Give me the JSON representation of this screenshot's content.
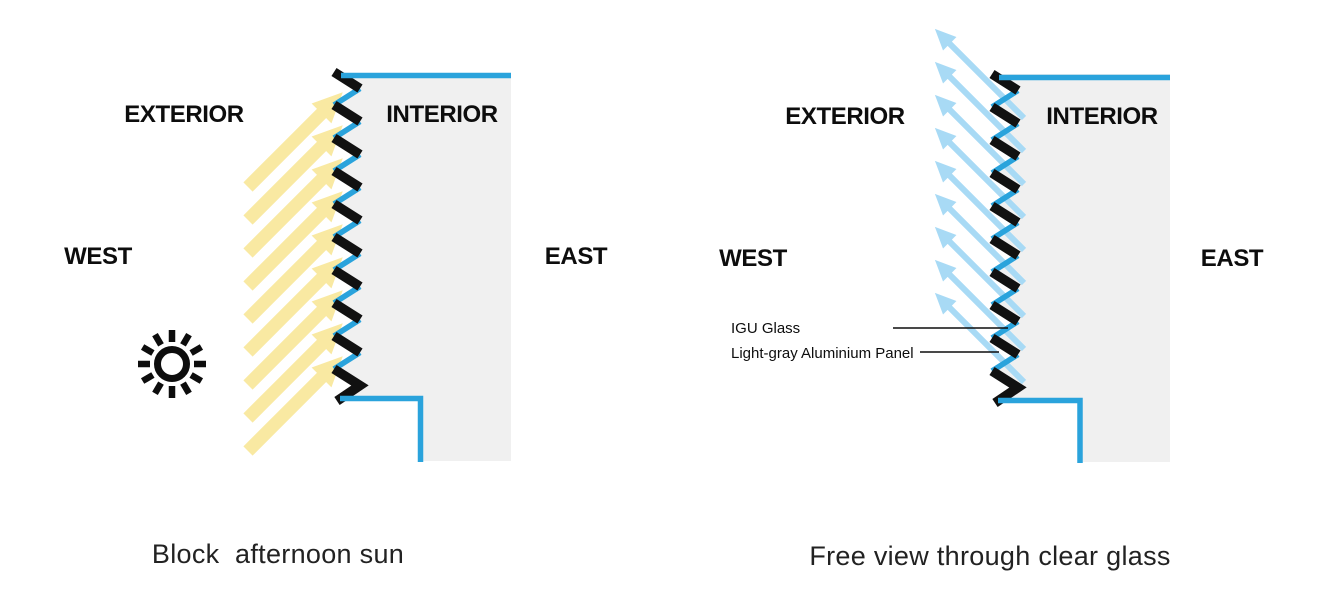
{
  "colors": {
    "accent_blue": "#2aa3dc",
    "view_blue": "#a8daf5",
    "sun_yellow": "#f9e9a2",
    "panel_black": "#111111",
    "interior_gray": "#f0f0f0",
    "label_black": "#0d0d0d",
    "caption_color": "#222222"
  },
  "left_diagram": {
    "exterior_label": "EXTERIOR",
    "interior_label": "INTERIOR",
    "west_label": "WEST",
    "east_label": "EAST",
    "caption": "Block  afternoon sun",
    "sun_icon": "sun-with-rays",
    "arrows": {
      "count": 9,
      "color": "yellow",
      "meaning": "afternoon sun rays blocked by facade panels",
      "direction": "up-right toward facade"
    }
  },
  "right_diagram": {
    "exterior_label": "EXTERIOR",
    "interior_label": "INTERIOR",
    "west_label": "WEST",
    "east_label": "EAST",
    "caption": "Free view through clear glass",
    "annotations": {
      "glass": "IGU Glass",
      "panel": "Light-gray Aluminium Panel"
    },
    "arrows": {
      "count": 9,
      "color": "light-blue",
      "meaning": "view lines passing through clear glass",
      "direction": "up-left through glass"
    }
  }
}
